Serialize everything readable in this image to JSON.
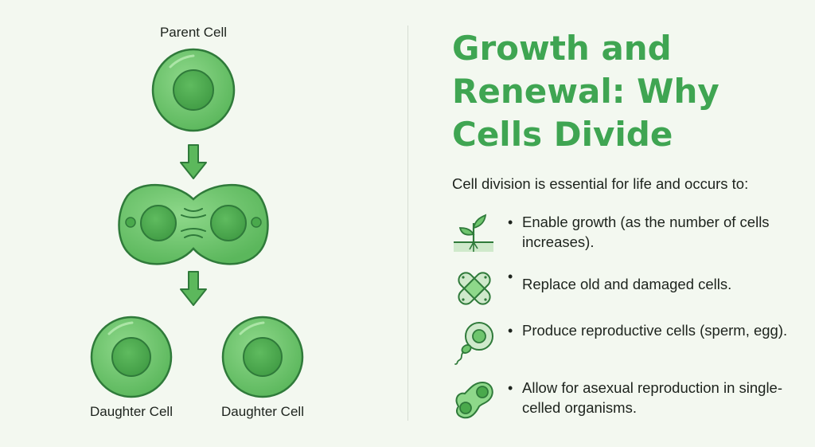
{
  "diagram": {
    "parent_label": "Parent Cell",
    "daughter_left_label": "Daughter Cell",
    "daughter_right_label": "Daughter Cell"
  },
  "heading": {
    "title": "Growth and Renewal: Why Cells Divide",
    "intro": "Cell division is essential for life and occurs to:"
  },
  "reasons": [
    {
      "icon": "seedling-icon",
      "bullet": "•",
      "text": "Enable growth (as the number of cells increases)."
    },
    {
      "icon": "bandage-icon",
      "bullet": "•",
      "text": "Replace old and damaged cells."
    },
    {
      "icon": "sperm-egg-icon",
      "bullet": "•",
      "text": "Produce reproductive cells (sperm, egg)."
    },
    {
      "icon": "budding-cell-icon",
      "bullet": "•",
      "text": "Allow for asexual reproduction in single-celled organisms."
    }
  ],
  "colors": {
    "accent": "#3fa552",
    "cell_fill": "#6ec56d",
    "cell_outline": "#2f7a3a",
    "nucleus": "#4aa94c",
    "background": "#f3f8f0"
  }
}
